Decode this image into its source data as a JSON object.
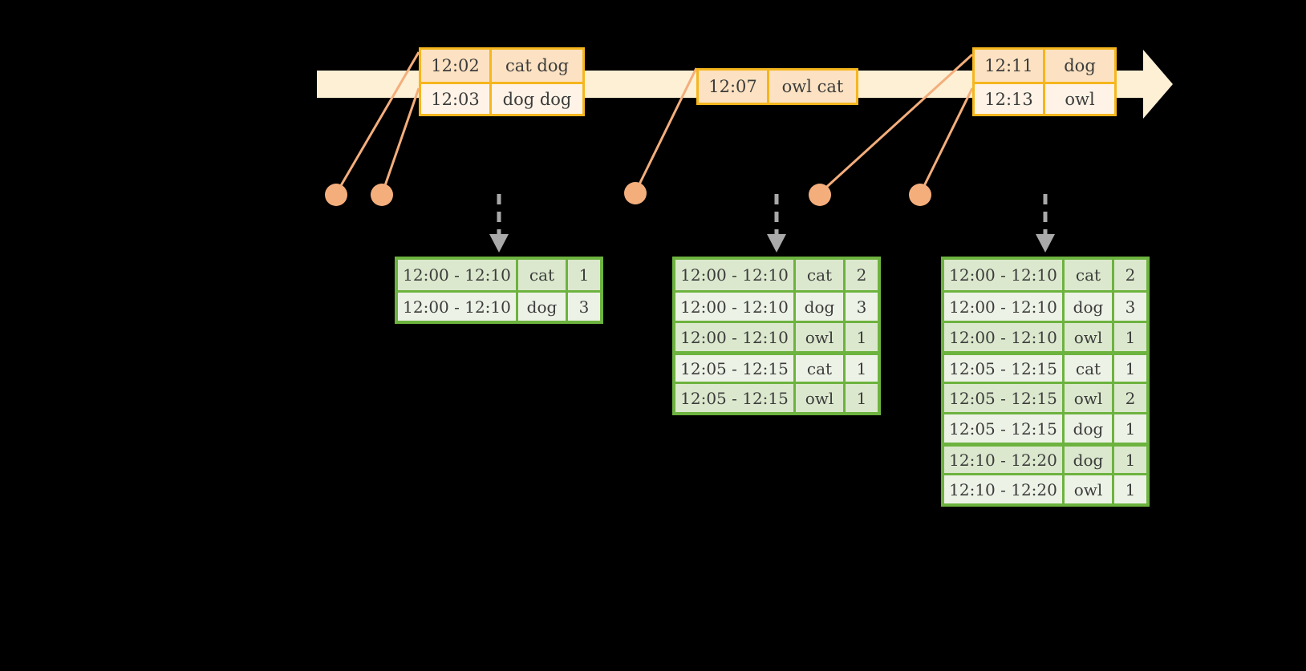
{
  "timeline": {
    "bar_color": "#FDF0D5",
    "accent_color": "#F5B61E",
    "dot_color": "#F4AE7C",
    "arrow_label": "time-arrow",
    "event_groups": [
      {
        "name": "event-group-1",
        "events": [
          {
            "time": "12:02",
            "words": "cat dog"
          },
          {
            "time": "12:03",
            "words": "dog dog"
          }
        ]
      },
      {
        "name": "event-group-2",
        "events": [
          {
            "time": "12:07",
            "words": "owl cat"
          }
        ]
      },
      {
        "name": "event-group-3",
        "events": [
          {
            "time": "12:11",
            "words": "dog"
          },
          {
            "time": "12:13",
            "words": "owl"
          }
        ]
      }
    ]
  },
  "results": {
    "border_color": "#6DB33F",
    "tables": [
      {
        "name": "result-table-1",
        "rows": [
          {
            "window": "12:00 - 12:10",
            "word": "cat",
            "count": "1",
            "group": 0
          },
          {
            "window": "12:00 - 12:10",
            "word": "dog",
            "count": "3",
            "group": 0
          }
        ]
      },
      {
        "name": "result-table-2",
        "rows": [
          {
            "window": "12:00 - 12:10",
            "word": "cat",
            "count": "2",
            "group": 0
          },
          {
            "window": "12:00 - 12:10",
            "word": "dog",
            "count": "3",
            "group": 0
          },
          {
            "window": "12:00 - 12:10",
            "word": "owl",
            "count": "1",
            "group": 0
          },
          {
            "window": "12:05 - 12:15",
            "word": "cat",
            "count": "1",
            "group": 1
          },
          {
            "window": "12:05 - 12:15",
            "word": "owl",
            "count": "1",
            "group": 1
          }
        ]
      },
      {
        "name": "result-table-3",
        "rows": [
          {
            "window": "12:00 - 12:10",
            "word": "cat",
            "count": "2",
            "group": 0
          },
          {
            "window": "12:00 - 12:10",
            "word": "dog",
            "count": "3",
            "group": 0
          },
          {
            "window": "12:00 - 12:10",
            "word": "owl",
            "count": "1",
            "group": 0
          },
          {
            "window": "12:05 - 12:15",
            "word": "cat",
            "count": "1",
            "group": 1
          },
          {
            "window": "12:05 - 12:15",
            "word": "owl",
            "count": "2",
            "group": 1
          },
          {
            "window": "12:05 - 12:15",
            "word": "dog",
            "count": "1",
            "group": 1
          },
          {
            "window": "12:10 - 12:20",
            "word": "dog",
            "count": "1",
            "group": 2
          },
          {
            "window": "12:10 - 12:20",
            "word": "owl",
            "count": "1",
            "group": 2
          }
        ]
      }
    ]
  }
}
